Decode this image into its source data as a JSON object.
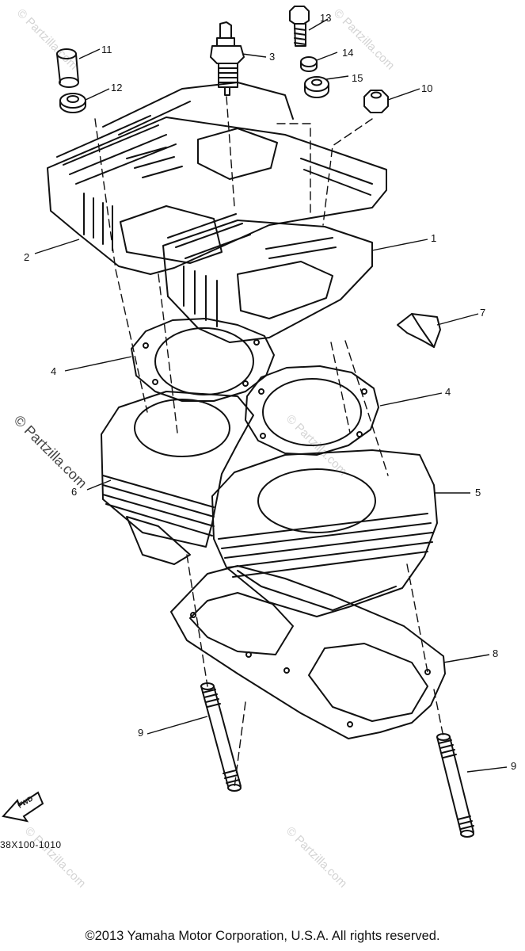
{
  "diagram": {
    "part_labels": {
      "p1": "1",
      "p2": "2",
      "p3": "3",
      "p4a": "4",
      "p4b": "4",
      "p5": "5",
      "p6": "6",
      "p7": "7",
      "p8": "8",
      "p9a": "9",
      "p9b": "9",
      "p10": "10",
      "p11": "11",
      "p12": "12",
      "p13": "13",
      "p14": "14",
      "p15": "15"
    },
    "code": "38X100-1010",
    "fwd_text": "FWD"
  },
  "watermark": {
    "text": "© Partzilla.com"
  },
  "footer": {
    "copyright": "©2013  Yamaha Motor Corporation, U.S.A. All rights reserved."
  }
}
